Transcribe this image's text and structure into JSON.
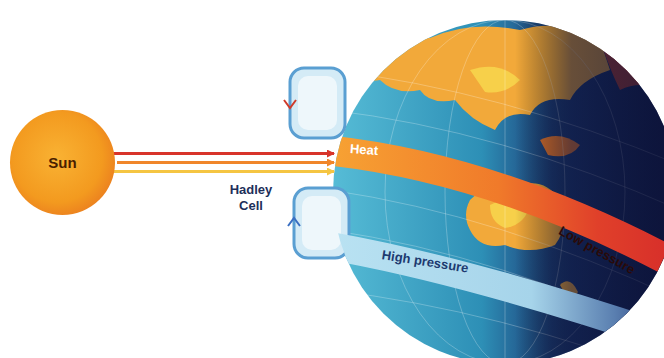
{
  "diagram": {
    "nodes": [
      {
        "text": [
          "Sun"
        ]
      },
      {
        "text": [
          "Heat",
          "Low pressure"
        ]
      },
      {
        "text": [
          "High pressure"
        ]
      }
    ],
    "edges": [
      {
        "from": 0,
        "to": 1,
        "arrow": "to"
      }
    ],
    "labels": [
      "Hadley Cell"
    ]
  }
}
